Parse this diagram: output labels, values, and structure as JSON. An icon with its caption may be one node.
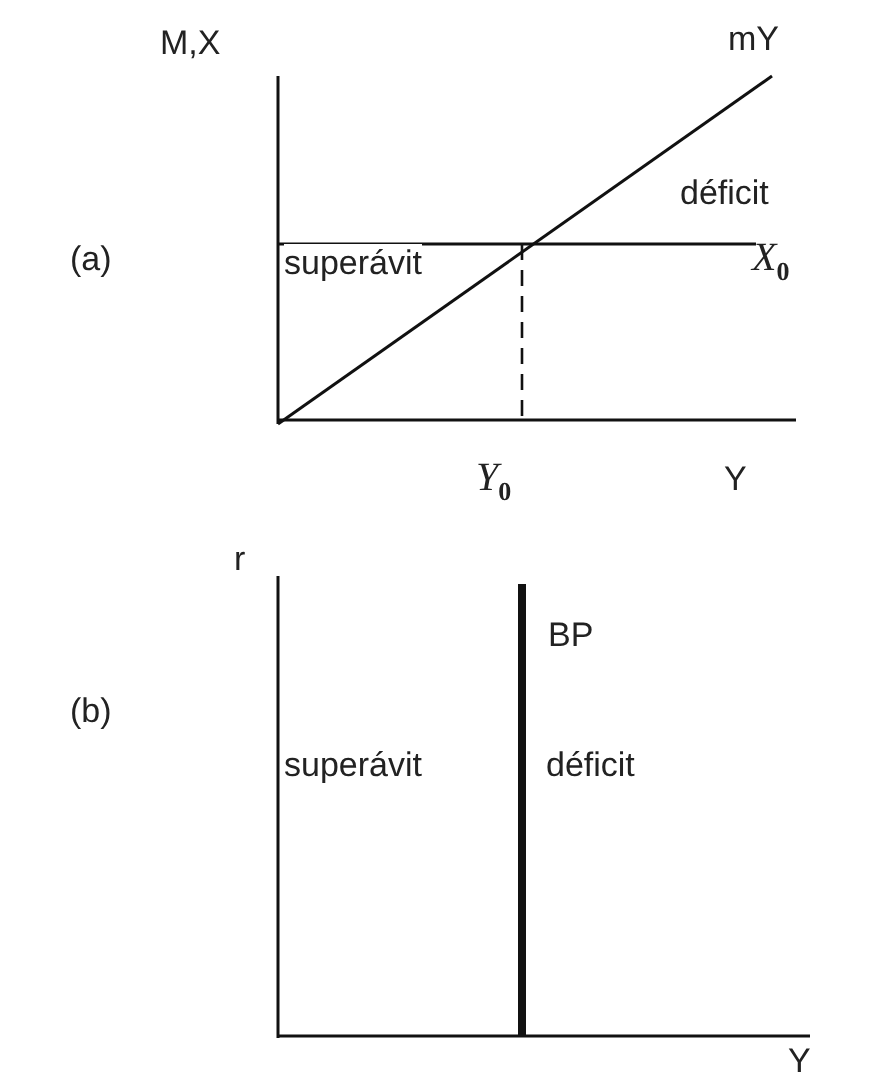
{
  "diagram": {
    "labels": [
      "M,X",
      "mY",
      "déficit",
      "(a)",
      "superávit",
      "X$_{0}$",
      "Y$_{0}$",
      "Y",
      "r",
      "BP",
      "(b)",
      "superávit",
      "déficit",
      "Y"
    ]
  }
}
